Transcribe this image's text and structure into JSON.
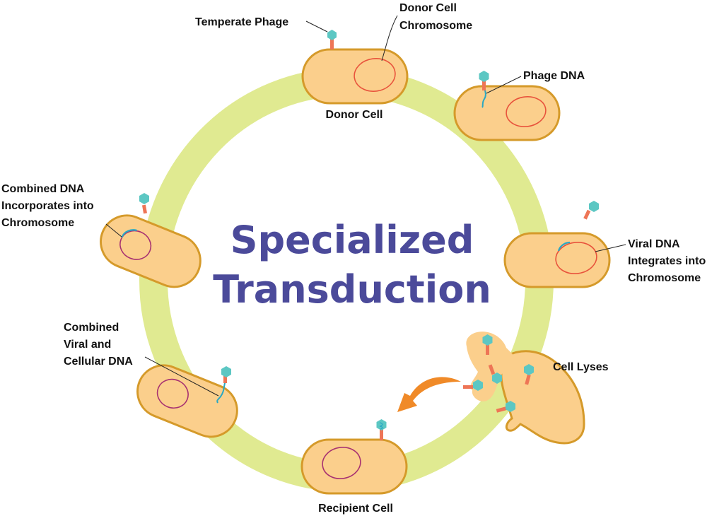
{
  "title": [
    "Specialized",
    "Transduction"
  ],
  "labels": {
    "temperate_phage": [
      "Temperate Phage"
    ],
    "donor_chromosome": [
      "Donor Cell",
      "Chromosome"
    ],
    "donor_cell": [
      "Donor Cell"
    ],
    "phage_dna": [
      "Phage DNA"
    ],
    "viral_integrates": [
      "Viral DNA",
      "Integrates into",
      "Chromosome"
    ],
    "cell_lyses": [
      "Cell Lyses"
    ],
    "recipient_cell": [
      "Recipient Cell"
    ],
    "combined_viral": [
      "Combined",
      "Viral and",
      "Cellular DNA"
    ],
    "combined_incorporates": [
      "Combined DNA",
      "Incorporates into",
      "Chromosome"
    ]
  },
  "colors": {
    "title": "#4b4a9a",
    "ring": "#e0ea91",
    "cell_fill": "#fbcf8c",
    "cell_stroke": "#d59a2a",
    "chromosome_red": "#e8533c",
    "chromosome_purple": "#a83271",
    "phage_dna": "#2aa8c3",
    "phage_head": "#5cc7c3",
    "phage_tail": "#ee7556",
    "arrow": "#f08a28"
  }
}
